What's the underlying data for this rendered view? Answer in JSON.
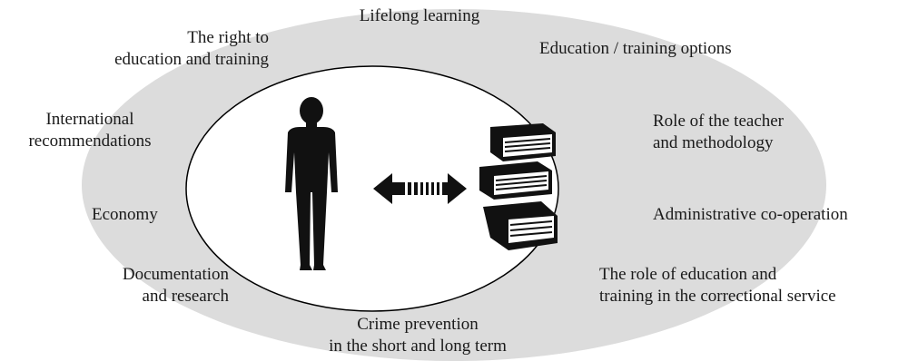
{
  "diagram": {
    "colors": {
      "outer_ring": "#dcdcdc",
      "inner_ellipse_fill": "#ffffff",
      "inner_ellipse_stroke": "#000000",
      "figures": "#111111",
      "text": "#1a1a1a"
    },
    "icons": {
      "person": "person-silhouette-icon",
      "arrow": "double-arrow-icon",
      "books": "book-stack-icon"
    },
    "labels": {
      "top": {
        "line1": "Lifelong learning"
      },
      "top_left": {
        "line1": "The right to",
        "line2": "education and training"
      },
      "top_right": {
        "line1": "Education / training options"
      },
      "left_upper": {
        "line1": "International",
        "line2": "recommendations"
      },
      "right_upper": {
        "line1": "Role of the teacher",
        "line2": "and methodology"
      },
      "left_mid": {
        "line1": "Economy"
      },
      "right_mid": {
        "line1": "Administrative co-operation"
      },
      "bottom_left": {
        "line1": "Documentation",
        "line2": "and research"
      },
      "bottom_right": {
        "line1": "The role of education and",
        "line2": "training in the correctional service"
      },
      "bottom": {
        "line1": "Crime prevention",
        "line2": "in the short and long term"
      }
    }
  }
}
